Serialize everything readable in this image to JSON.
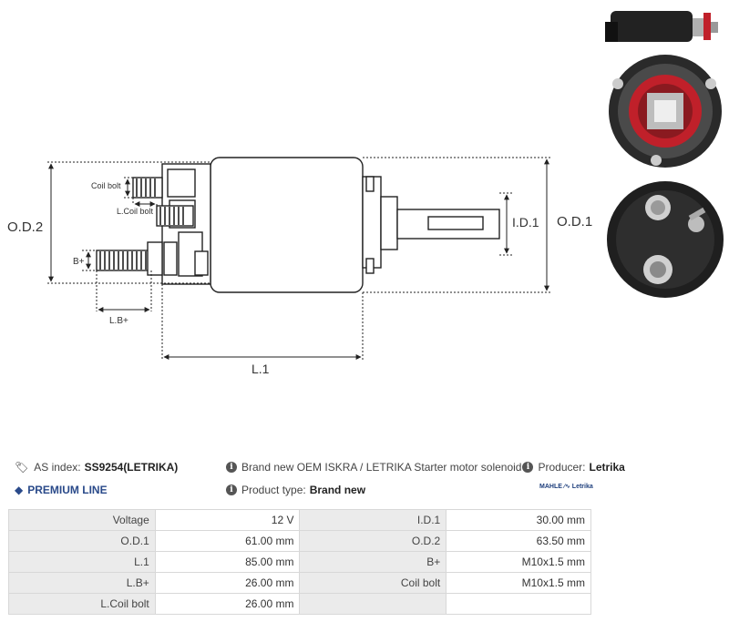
{
  "drawing": {
    "labels": {
      "od2": "O.D.2",
      "od1": "O.D.1",
      "id1": "I.D.1",
      "l1": "L.1",
      "coil_bolt": "Coil bolt",
      "l_coil_bolt": "L.Coil bolt",
      "b_plus": "B+",
      "l_b_plus": "L.B+"
    }
  },
  "info": {
    "as_index_label": "AS index:",
    "as_index_value": "SS9254(LETRIKA)",
    "description": "Brand new OEM ISKRA / LETRIKA Starter motor solenoid",
    "producer_label": "Producer:",
    "producer_value": "Letrika",
    "premium_line": "PREMIUM LINE",
    "product_type_label": "Product type:",
    "product_type_value": "Brand new",
    "brand_logo": "MAHLE ∕∿ Letrika"
  },
  "specs": [
    {
      "l1": "Voltage",
      "v1": "12 V",
      "l2": "I.D.1",
      "v2": "30.00 mm"
    },
    {
      "l1": "O.D.1",
      "v1": "61.00 mm",
      "l2": "O.D.2",
      "v2": "63.50 mm"
    },
    {
      "l1": "L.1",
      "v1": "85.00 mm",
      "l2": "B+",
      "v2": "M10x1.5 mm"
    },
    {
      "l1": "L.B+",
      "v1": "26.00 mm",
      "l2": "Coil bolt",
      "v2": "M10x1.5 mm"
    },
    {
      "l1": "L.Coil bolt",
      "v1": "26.00 mm",
      "l2": "",
      "v2": ""
    }
  ],
  "colors": {
    "accent": "#2a4a8a",
    "label_bg": "#ebebeb",
    "border": "#d8d8d8",
    "solenoid_red": "#c0202a"
  }
}
